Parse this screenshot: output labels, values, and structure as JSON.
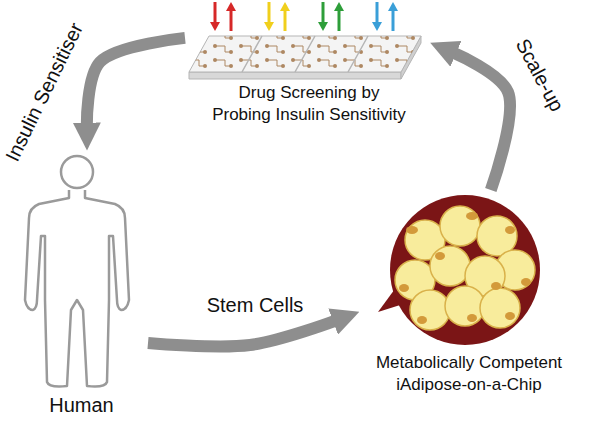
{
  "diagram": {
    "nodes": [
      {
        "text": [
          "Drug Screening by Probing Insulin Sensitivity"
        ]
      },
      {
        "text": [
          "Human"
        ]
      },
      {
        "text": [
          "Metabolically Competent iAdipose-on-a-Chip"
        ]
      }
    ],
    "edges": [
      {
        "from": 0,
        "to": 1,
        "label": "Insulin Sensitiser",
        "arrow": "to"
      },
      {
        "from": 1,
        "to": 2,
        "label": "Stem Cells",
        "arrow": "to"
      },
      {
        "from": 2,
        "to": 0,
        "label": "Scale-up",
        "arrow": "to"
      }
    ]
  }
}
